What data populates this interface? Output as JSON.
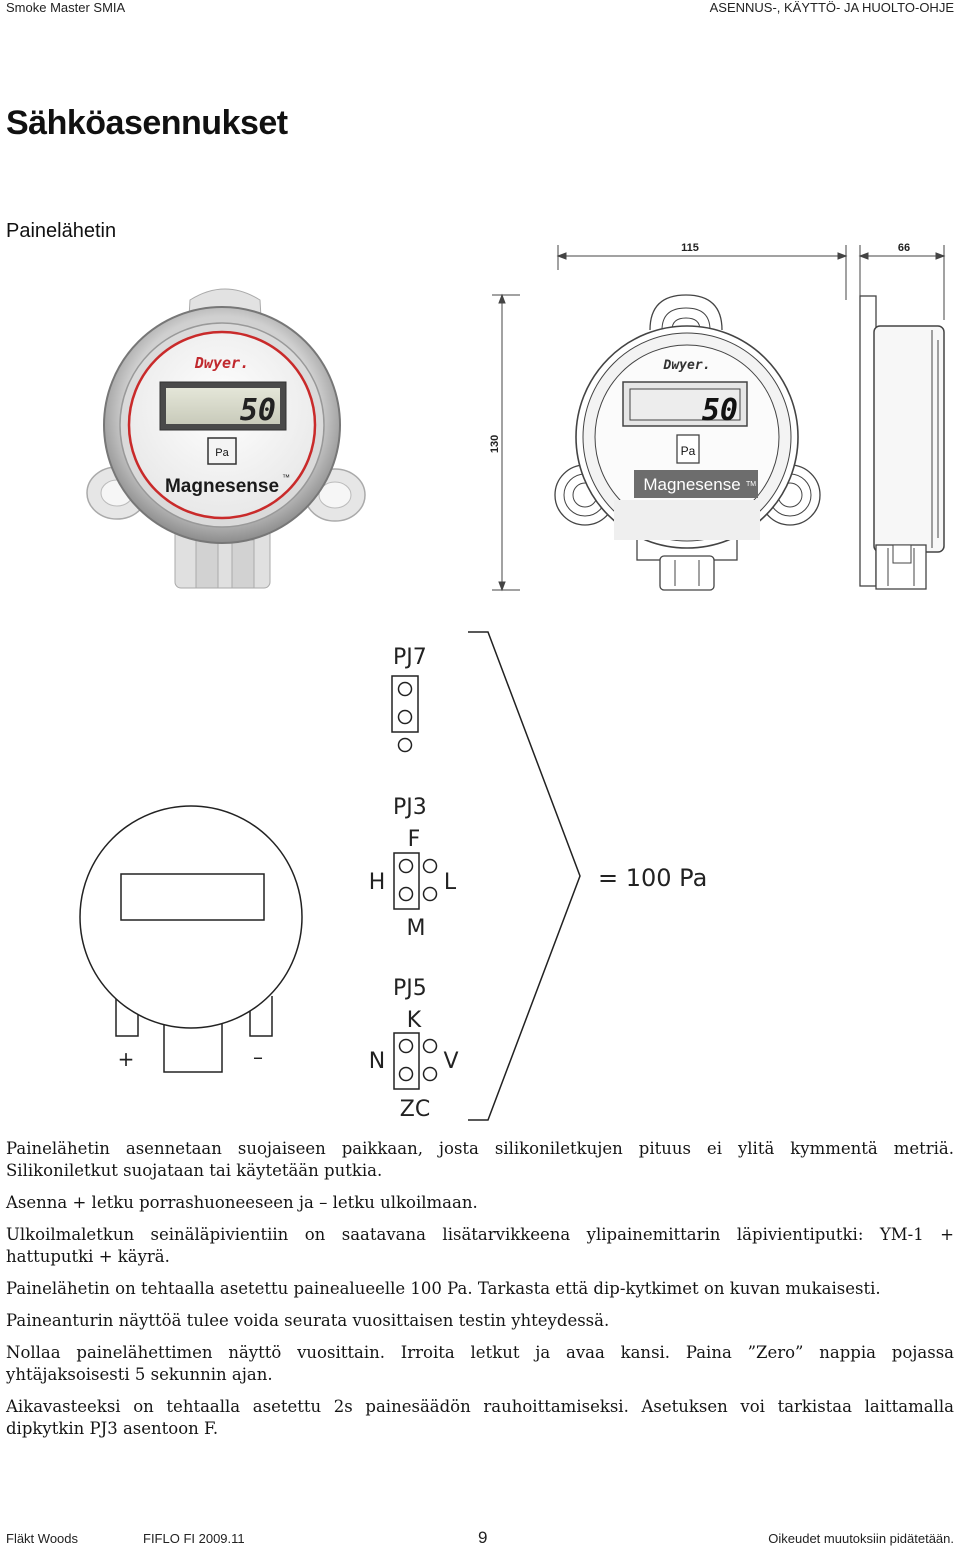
{
  "header": {
    "left": "Smoke Master SMIA",
    "right": "ASENNUS-, KÄYTTÖ- JA HUOLTO-OHJE"
  },
  "title": "Sähköasennukset",
  "subtitle": "Painelähetin",
  "device": {
    "brand": "Dwyer.",
    "model": "Magnesense",
    "trademark_photo": "™",
    "trademark_drawing": "TM",
    "display_value": "50",
    "unit": "Pa"
  },
  "dimensions": {
    "width": "115",
    "depth": "66",
    "height": "130"
  },
  "jumpers": {
    "pj7": "PJ7",
    "pj3": "PJ3",
    "pj3_top": "F",
    "pj3_left": "H",
    "pj3_right": "L",
    "pj3_bottom": "M",
    "pj5": "PJ5",
    "pj5_top": "K",
    "pj5_left": "N",
    "pj5_right": "V",
    "pj5_bottom": "ZC",
    "plus": "+",
    "minus": "–",
    "result": "= 100 Pa"
  },
  "body": [
    "Painelähetin asennetaan suojaiseen paikkaan, josta silikoniletkujen pituus ei ylitä kymmentä metriä. Silikoniletkut suojataan tai käytetään putkia.",
    "Asenna + letku porrashuoneeseen ja – letku ulkoilmaan.",
    "Ulkoilmaletkun seinäläpivientiin on saatavana lisätarvikkeena ylipainemittarin läpivientiputki: YM-1 + hattuputki + käyrä.",
    "Painelähetin on tehtaalla asetettu painealueelle 100 Pa. Tarkasta että dip-kytkimet on kuvan mukaisesti.",
    "Paineanturin näyttöä tulee voida seurata vuosittaisen testin yhteydessä.",
    "Nollaa painelähettimen näyttö vuosittain. Irroita letkut ja avaa kansi. Paina ”Zero” nappia pojassa yhtäjaksoisesti 5 sekunnin ajan.",
    "Aikavasteeksi on tehtaalla asetettu 2s painesäädön rauhoittamiseksi. Asetuksen voi tarkistaa laittamalla dipkytkin PJ3 asentoon F."
  ],
  "footer": {
    "company": "Fläkt Woods",
    "doc": "FIFLO  FI  2009.11",
    "page": "9",
    "rights": "Oikeudet muutoksiin pidätetään."
  }
}
